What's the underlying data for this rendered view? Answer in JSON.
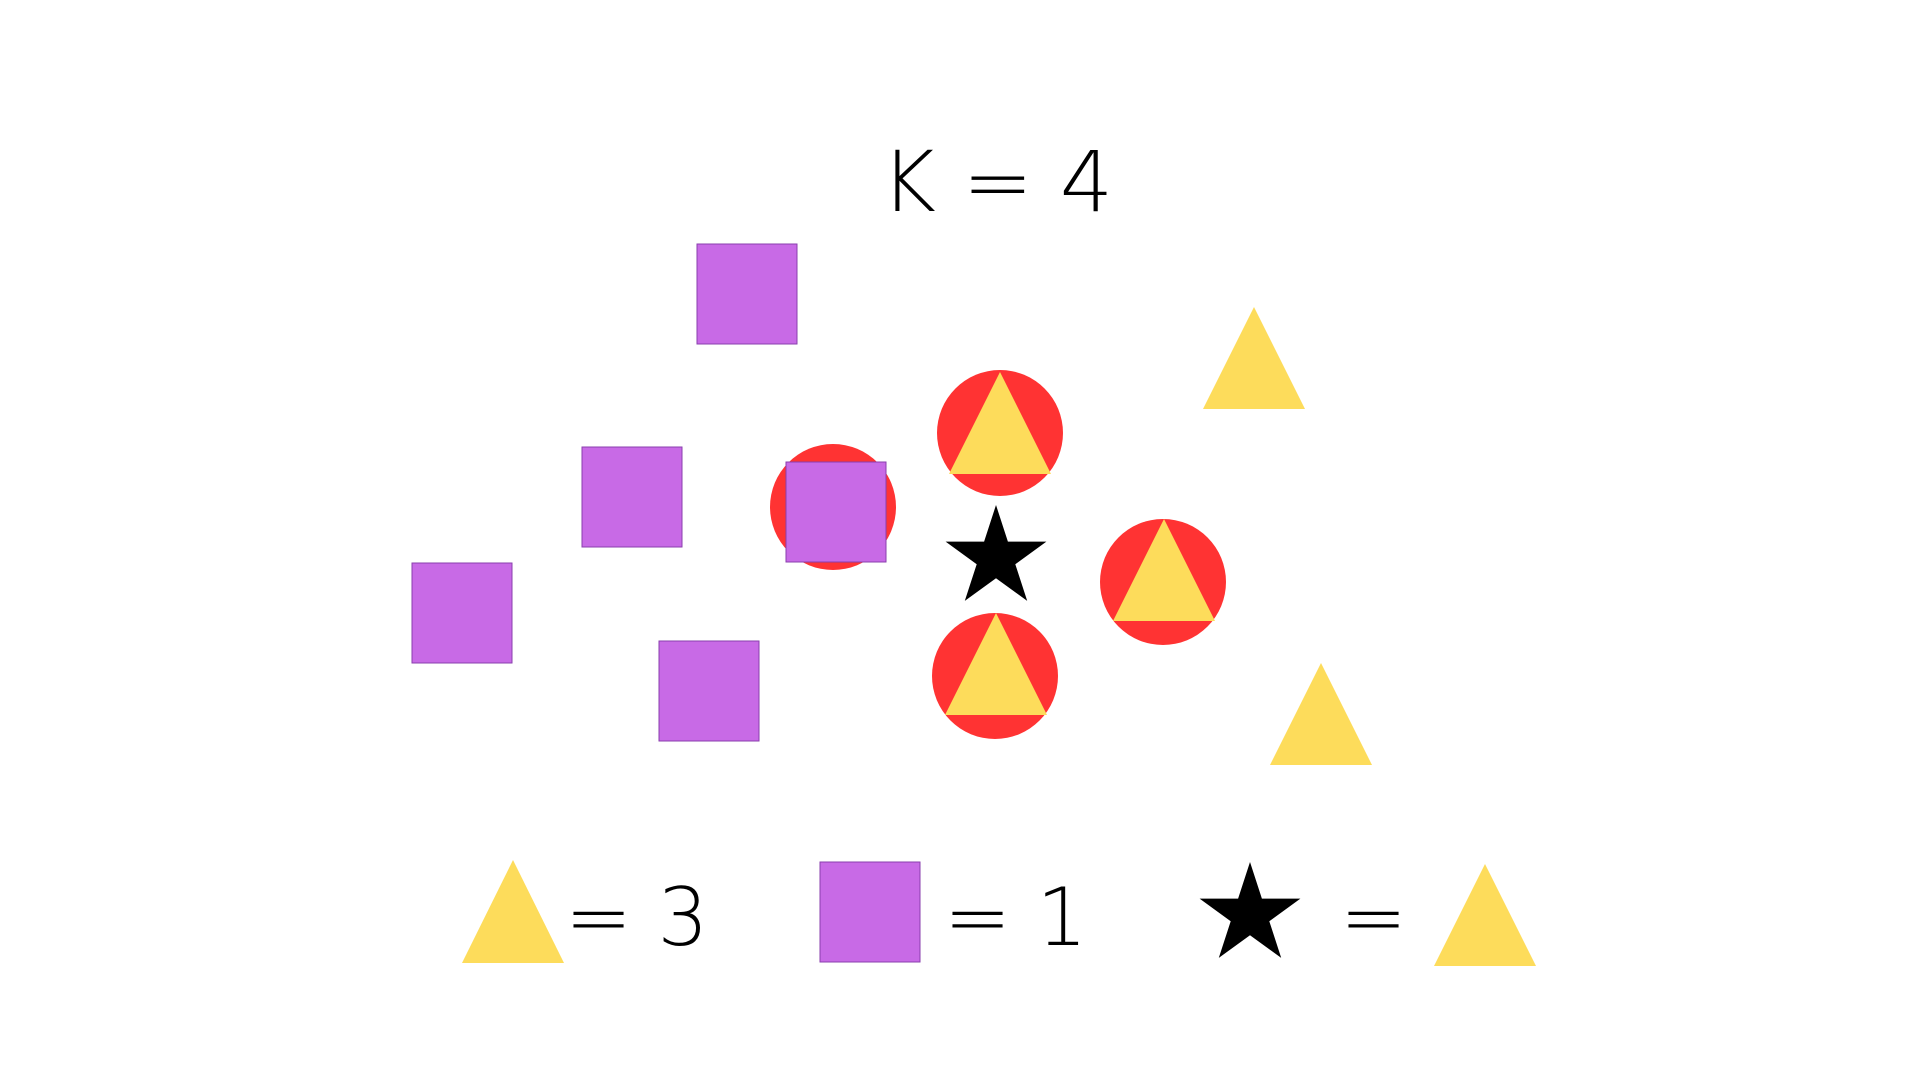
{
  "title": "K = 4",
  "colors": {
    "background": "#ffffff",
    "square": "#c86ae6",
    "triangle": "#fddc5b",
    "neighbor_ring": "#ff3333",
    "query_star": "#000000",
    "text": "#000000"
  },
  "legend": {
    "triangle_label": "= 3",
    "square_label": "= 1",
    "star_label": "=",
    "star_result_icon": "triangle-icon"
  },
  "points": {
    "squares": [
      {
        "name": "square-point-1",
        "nearest_neighbor": false
      },
      {
        "name": "square-point-2",
        "nearest_neighbor": false
      },
      {
        "name": "square-point-3",
        "nearest_neighbor": false
      },
      {
        "name": "square-point-4",
        "nearest_neighbor": false
      },
      {
        "name": "square-point-5",
        "nearest_neighbor": true
      }
    ],
    "triangles": [
      {
        "name": "triangle-point-1",
        "nearest_neighbor": true
      },
      {
        "name": "triangle-point-2",
        "nearest_neighbor": true
      },
      {
        "name": "triangle-point-3",
        "nearest_neighbor": true
      },
      {
        "name": "triangle-point-4",
        "nearest_neighbor": false
      },
      {
        "name": "triangle-point-5",
        "nearest_neighbor": false
      }
    ],
    "query": {
      "name": "query-star",
      "icon": "star-icon"
    }
  }
}
